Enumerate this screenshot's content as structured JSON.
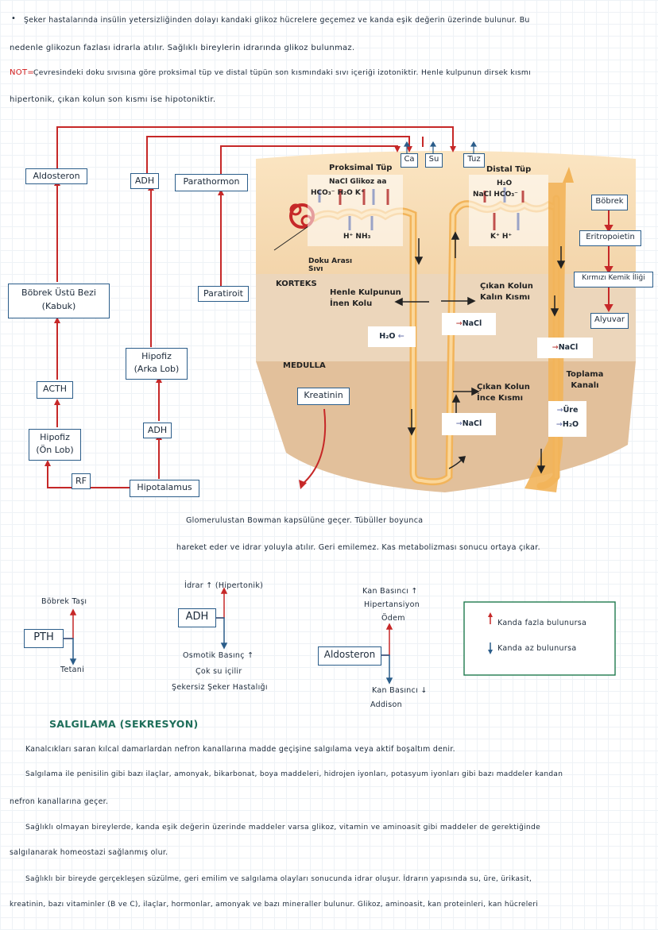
{
  "intro": {
    "line1": "Şeker hastalarında insülin yetersizliğinden dolayı kandaki glikoz hücrelere geçemez ve kanda eşik değerin üzerinde bulunur. Bu",
    "line2": "nedenle glikozun fazlası idrarla atılır. Sağlıklı bireylerin idrarında glikoz bulunmaz.",
    "note_label": "NOT=",
    "line3": "Çevresindeki doku sıvısına göre proksimal tüp ve distal tüpün son kısmındaki sıvı içeriği izotoniktir. Henle kulpunun dirsek kısmı",
    "line4": "hipertonik, çıkan kolun son kısmı ise hipotoniktir."
  },
  "flow": {
    "aldosteron": "Aldosteron",
    "adh": "ADH",
    "parathormon": "Parathormon",
    "bobrek_ustu": "Böbrek Üstü Bezi (Kabuk)",
    "paratiroit": "Paratiroit",
    "hipofiz_arka": "Hipofiz (Arka Lob)",
    "acth": "ACTH",
    "adh2": "ADH",
    "hipofiz_on": "Hipofiz (Ön Lob)",
    "rf": "RF",
    "hipotalamus": "Hipotalamus",
    "ca": "Ca",
    "su": "Su",
    "tuz": "Tuz",
    "kreatinin": "Kreatinin"
  },
  "diagram": {
    "proksimal_tup": "Proksimal Tüp",
    "proksimal_top": "NaCl Glikoz aa",
    "proksimal_mid": "HCO₃⁻  H₂O  K⁺",
    "proksimal_bottom": "H⁺   NH₃",
    "distal_tup": "Distal Tüp",
    "distal_h2o": "H₂O",
    "distal_mid": "NaCl   HCO₃⁻",
    "distal_bottom": "K⁺   H⁺",
    "doku_arasi": "Doku Arası Sıvı",
    "korteks": "KORTEKS",
    "medulla": "MEDULLA",
    "henle_inen": "Henle Kulpunun İnen Kolu",
    "cikan_kalin": "Çıkan Kolun Kalın Kısmı",
    "cikan_ince": "Çıkan Kolun İnce Kısmı",
    "h2o_left": "H₂O",
    "nacl_1": "NaCl",
    "nacl_2": "NaCl",
    "nacl_3": "NaCl",
    "toplama_kanali": "Toplama Kanalı",
    "ure": "Üre",
    "h2o_right": "H₂O"
  },
  "epo": {
    "bobrek": "Böbrek",
    "eritropoietin": "Eritropoietin",
    "kemik_iligi": "Kırmızı Kemik İliği",
    "alyuvar": "Alyuvar"
  },
  "kreatinin_note": {
    "line1": "Glomerulustan Bowman kapsülüne geçer. Tübüller boyunca",
    "line2": "hareket eder ve idrar yoluyla atılır. Geri emilemez. Kas metabolizması sonucu ortaya çıkar."
  },
  "pth": {
    "label": "PTH",
    "up": "Böbrek Taşı",
    "down": "Tetani"
  },
  "adh_box": {
    "label": "ADH",
    "up": "İdrar ↑ (Hipertonik)",
    "down1": "Osmotik Basınç ↑",
    "down2": "Çok su içilir",
    "down3": "Şekersiz Şeker Hastalığı"
  },
  "aldo_box": {
    "label": "Aldosteron",
    "up1": "Kan Basıncı ↑",
    "up2": "Hipertansiyon",
    "up3": "Ödem",
    "down1": "Kan Basıncı ↓",
    "down2": "Addison"
  },
  "legend": {
    "high": "Kanda fazla bulunursa",
    "low": "Kanda az bulunursa"
  },
  "salgilama": {
    "heading": "SALGILAMA (SEKRESYON)",
    "p1": "Kanalcıkları saran kılcal damarlardan nefron kanallarına madde geçişine salgılama veya aktif boşaltım denir.",
    "p2a": "Salgılama ile penisilin gibi bazı ilaçlar, amonyak, bikarbonat, boya maddeleri, hidrojen iyonları, potasyum iyonları gibi bazı maddeler kandan",
    "p2b": "nefron kanallarına geçer.",
    "p3a": "Sağlıklı olmayan bireylerde, kanda eşik değerin üzerinde maddeler varsa glikoz, vitamin ve aminoasit gibi maddeler de gerektiğinde",
    "p3b": "salgılanarak homeostazi sağlanmış olur.",
    "p4a": "Sağlıklı bir bireyde gerçekleşen süzülme, geri emilim ve salgılama olayları sonucunda idrar oluşur. İdrarın yapısında su, üre, ürikasit,",
    "p4b": "kreatinin, bazı vitaminler (B ve C), ilaçlar, hormonlar, amonyak ve bazı mineraller bulunur. Glikoz, aminoasit, kan proteinleri, kan hücreleri"
  }
}
